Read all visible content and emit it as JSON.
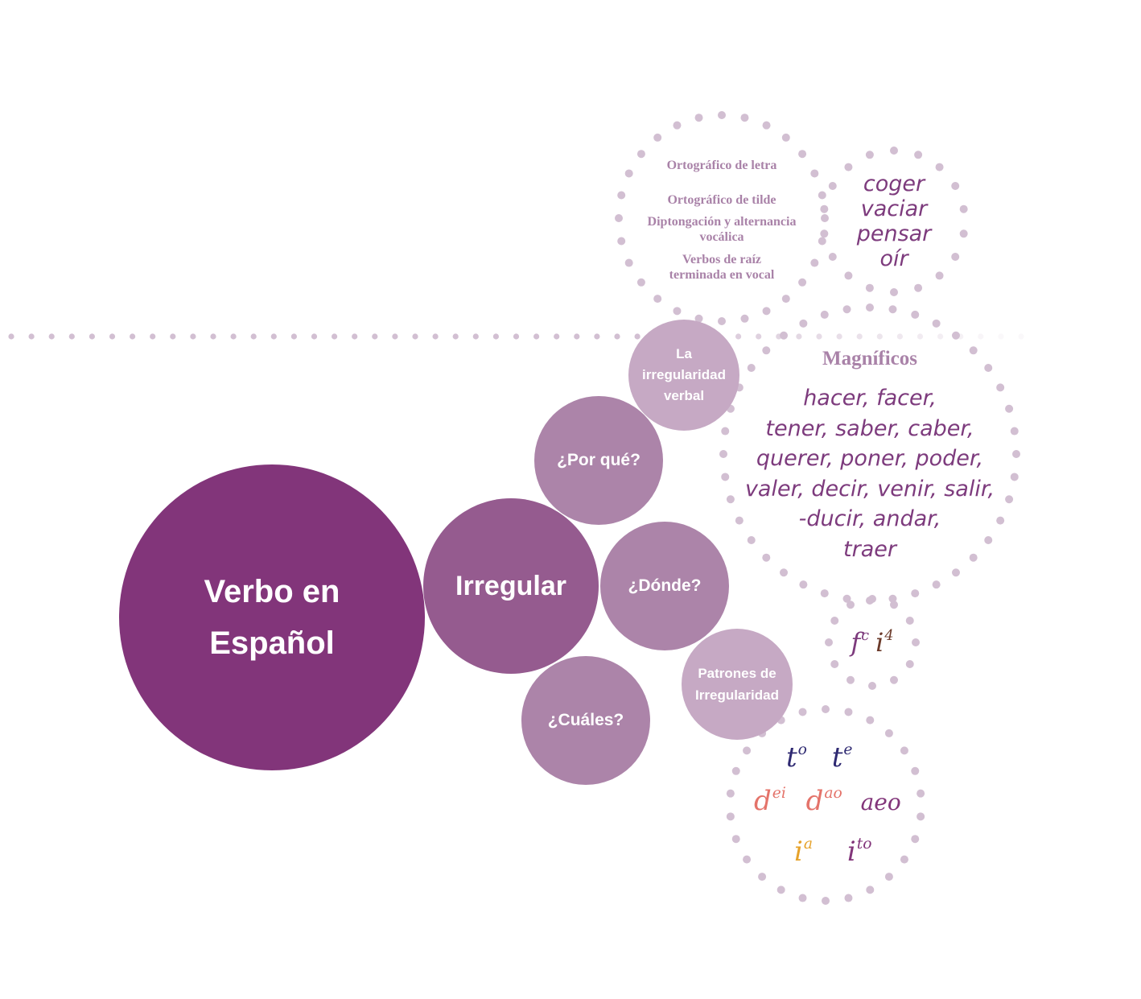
{
  "colors": {
    "main": "#82357a",
    "irregular": "#955b8f",
    "question": "#ac84a9",
    "light": "#c6a9c4",
    "dot": "#d2bfd2",
    "dotted_fill": "#f6f3f7",
    "purple_text": "#7d3b7d",
    "navy": "#2f2a72",
    "salmon": "#e4736a",
    "orange": "#e6a22a",
    "brown": "#6b3a2a"
  },
  "nodes": {
    "main": "Verbo en Español",
    "irregular": "Irregular",
    "por_que": "¿Por qué?",
    "donde": "¿Dónde?",
    "cuales": "¿Cuáles?",
    "la_irregularidad": "La irregularidad verbal",
    "patrones": "Patrones de Irregularidad"
  },
  "ortografico": {
    "items": [
      "Ortográfico de letra",
      "Ortográfico de tilde",
      "Diptongación y alternancia vocálica",
      "Verbos de raíz terminada en vocal"
    ]
  },
  "examples": {
    "items": [
      "coger",
      "vaciar",
      "pensar",
      "oír"
    ]
  },
  "magnificos": {
    "title": "Magníficos",
    "lines": [
      "hacer, facer,",
      "tener, saber, caber,",
      "querer, poner, poder,",
      "valer, decir, venir, salir,",
      "-ducir, andar,",
      "traer"
    ]
  },
  "small_symbols": {
    "f": {
      "base": "f",
      "sup": "c"
    },
    "i": {
      "base": "i",
      "sup": "4"
    }
  },
  "patterns": {
    "row1": [
      {
        "base": "t",
        "sup": "o"
      },
      {
        "base": "t",
        "sup": "e"
      }
    ],
    "row2": [
      {
        "base": "d",
        "sup": "ei"
      },
      {
        "base": "d",
        "sup": "ao"
      },
      {
        "text": "aeo"
      }
    ],
    "row3": [
      {
        "base": "i",
        "sup": "a"
      },
      {
        "base": "i",
        "sup": "to"
      }
    ]
  }
}
